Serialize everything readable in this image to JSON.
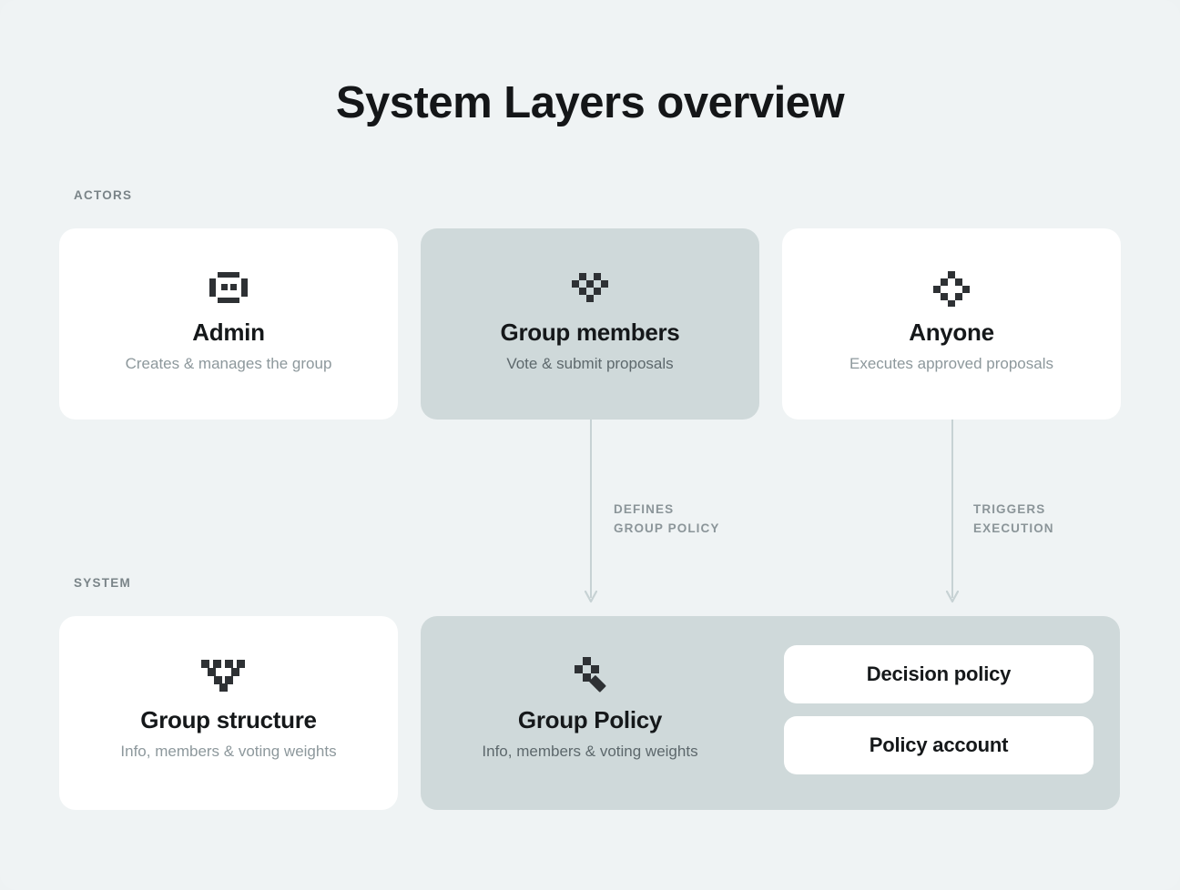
{
  "page": {
    "title": "System Layers overview",
    "background_color": "#eff3f4",
    "card_white": "#ffffff",
    "card_muted": "#cfd9da",
    "text_color": "#15181a",
    "muted_text_color": "#8d989c"
  },
  "sections": {
    "actors_label": "ACTORS",
    "system_label": "SYSTEM"
  },
  "actors": [
    {
      "icon": "pixel-robot-face-icon",
      "title": "Admin",
      "subtitle": "Creates & manages the group",
      "style": "white"
    },
    {
      "icon": "pixel-heart-icon",
      "title": "Group members",
      "subtitle": "Vote & submit proposals",
      "style": "muted"
    },
    {
      "icon": "pixel-diamond-ring-icon",
      "title": "Anyone",
      "subtitle": "Executes approved proposals",
      "style": "white"
    }
  ],
  "system": [
    {
      "icon": "pixel-funnel-icon",
      "title": "Group structure",
      "subtitle": "Info, members & voting weights",
      "style": "white"
    },
    {
      "icon": "pixel-key-icon",
      "title": "Group Policy",
      "subtitle": "Info, members & voting weights",
      "style": "muted"
    }
  ],
  "policy_items": [
    {
      "label": "Decision policy"
    },
    {
      "label": "Policy account"
    }
  ],
  "connectors": [
    {
      "name": "defines-group-policy",
      "label": "DEFINES\nGROUP POLICY",
      "from": "Group members",
      "to": "Group Policy",
      "color": "#c7d2d4"
    },
    {
      "name": "triggers-execution",
      "label": "TRIGGERS\nEXECUTION",
      "from": "Anyone",
      "to": "Group Policy",
      "color": "#c7d2d4"
    }
  ]
}
